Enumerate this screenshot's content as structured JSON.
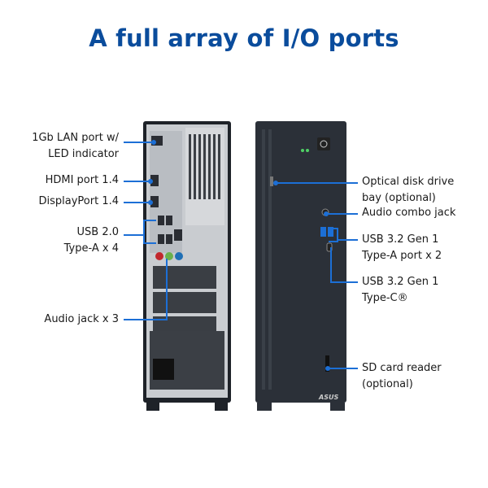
{
  "title": "A full array of I/O ports",
  "colors": {
    "title": "#0a4c9c",
    "accent": "#1c6fd6",
    "chassis": "#1e2228",
    "panel": "#c9ccd0"
  },
  "left_labels": {
    "lan_line1": "1Gb LAN port w/",
    "lan_line2": "LED indicator",
    "hdmi": "HDMI port 1.4",
    "displayport": "DisplayPort 1.4",
    "usb20_line1": "USB 2.0",
    "usb20_line2": "Type-A x 4",
    "audio_jack": "Audio jack x 3"
  },
  "right_labels": {
    "optical_line1": "Optical disk drive",
    "optical_line2": "bay (optional)",
    "audio_combo": "Audio combo jack",
    "usb32a_line1": "USB 3.2 Gen 1",
    "usb32a_line2": "Type-A port x 2",
    "usb32c_line1": "USB 3.2 Gen 1",
    "usb32c_line2": "Type-C®",
    "sd_line1": "SD card reader",
    "sd_line2": "(optional)"
  },
  "brand_logo": "ASUS"
}
